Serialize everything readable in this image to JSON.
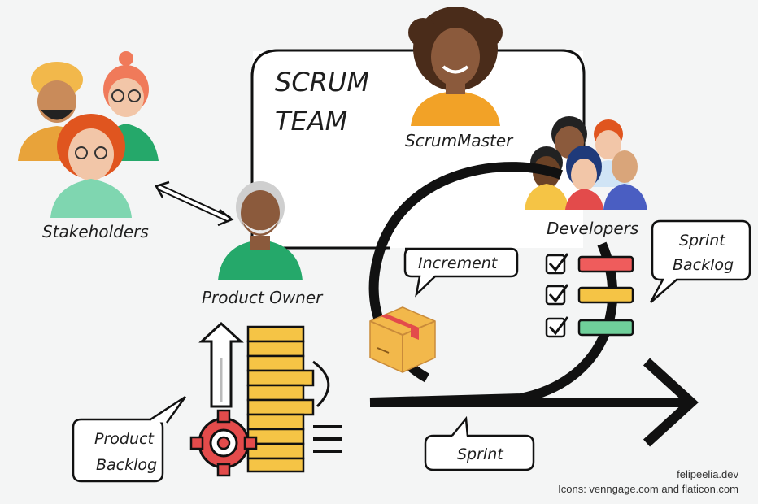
{
  "team": {
    "title_line1": "SCRUM",
    "title_line2": "TEAM"
  },
  "roles": {
    "scrum_master": "ScrumMaster",
    "stakeholders": "Stakeholders",
    "product_owner": "Product Owner",
    "developers": "Developers"
  },
  "callouts": {
    "increment": "Increment",
    "sprint_backlog_line1": "Sprint",
    "sprint_backlog_line2": "Backlog",
    "product_backlog_line1": "Product",
    "product_backlog_line2": "Backlog",
    "sprint": "Sprint"
  },
  "credits": {
    "site": "felipeelia.dev",
    "icons": "Icons: venngage.com and flaticon.com"
  },
  "colors": {
    "background": "#f4f5f5",
    "ink": "#111111",
    "stack_yellow": "#f5c445",
    "gear_red": "#e34b4b",
    "check_red": "#ef5c5c",
    "check_yellow": "#f5c445",
    "check_green": "#6fcf9a",
    "box_tan": "#f2b84b"
  }
}
